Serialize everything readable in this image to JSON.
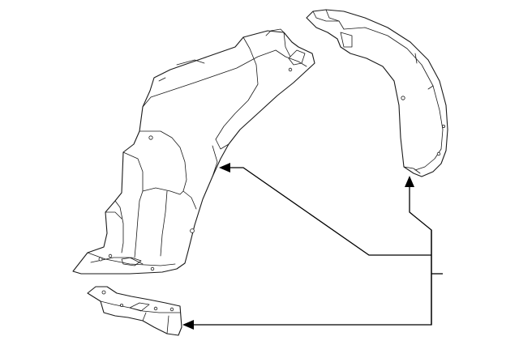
{
  "diagram": {
    "kind": "exploded-parts-illustration",
    "parts": [
      {
        "name": "fender-liner-main",
        "label": ""
      },
      {
        "name": "fender-liner-rear-section",
        "label": ""
      },
      {
        "name": "liner-bracket",
        "label": ""
      }
    ],
    "callout_label": "",
    "line_color": "#000000",
    "background": "#ffffff"
  }
}
